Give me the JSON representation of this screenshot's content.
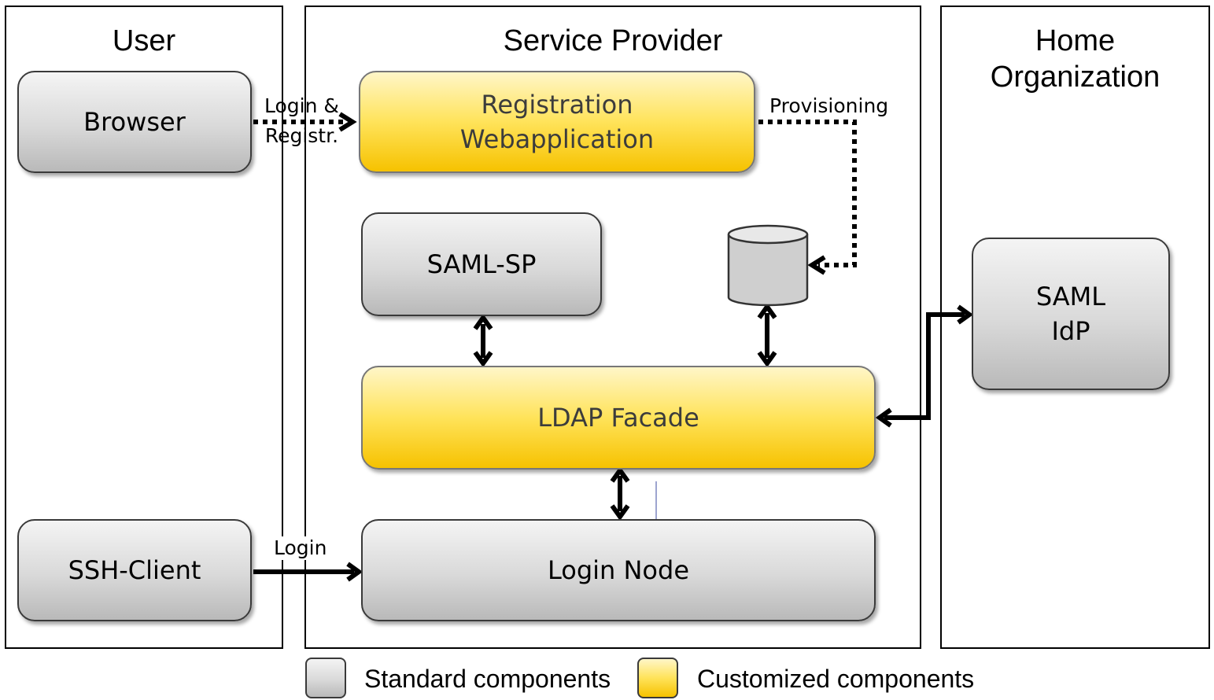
{
  "lanes": {
    "user": "User",
    "service_provider": "Service Provider",
    "home_organization": "Home\nOrganization"
  },
  "components": {
    "browser": "Browser",
    "registration_webapp": "Registration\nWebapplication",
    "saml_sp": "SAML-SP",
    "ldap_facade": "LDAP Facade",
    "saml_idp": "SAML\nIdP",
    "ssh_client": "SSH-Client",
    "login_node": "Login Node"
  },
  "edges": {
    "login_registr": "Login &\nRegistr.",
    "provisioning": "Provisioning",
    "login": "Login"
  },
  "legend": {
    "standard": "Standard components",
    "customized": "Customized components"
  },
  "colors": {
    "standard": "#d9d9d9",
    "customized": "#ffe35a"
  }
}
